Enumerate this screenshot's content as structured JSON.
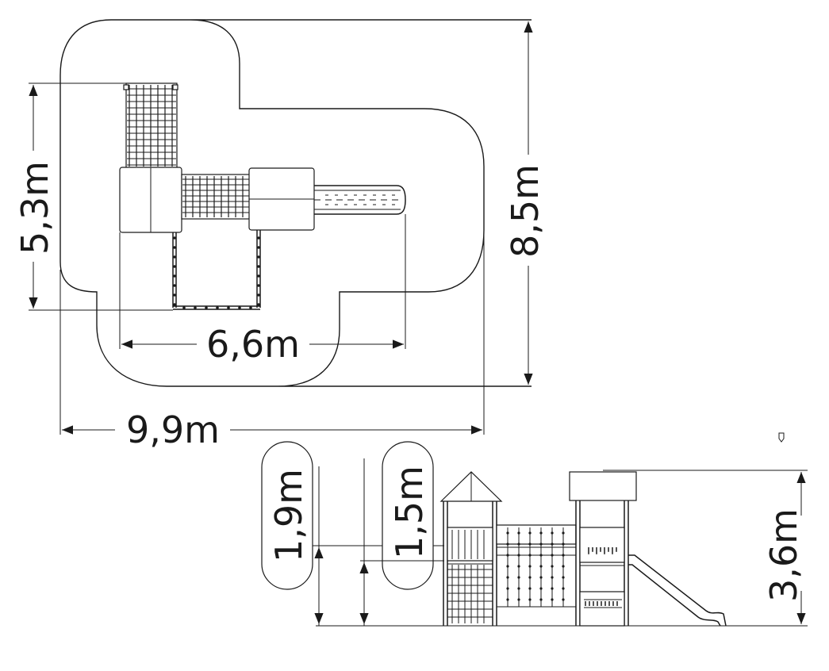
{
  "plan_view": {
    "depth_label": "5,3m",
    "overall_depth_label": "8,5m",
    "width_label": "6,6m",
    "overall_width_label": "9,9m"
  },
  "elevation_view": {
    "platform_height_1_label": "1,9m",
    "platform_height_2_label": "1,5m",
    "total_height_label": "3,6m"
  }
}
